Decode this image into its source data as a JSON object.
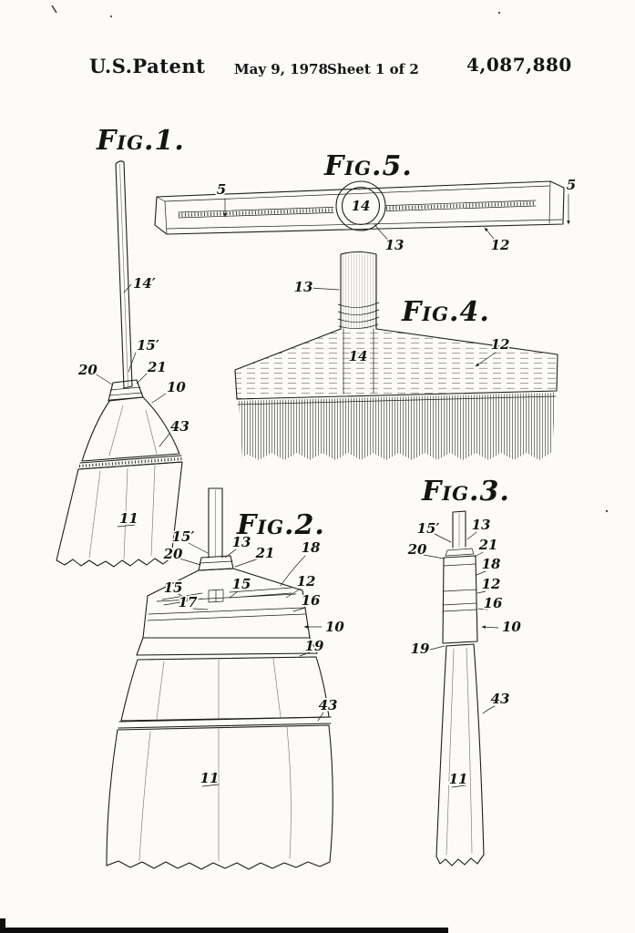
{
  "colors": {
    "paper": "#fcfbf8",
    "ink": "#1d1d1d"
  },
  "header": {
    "title": "U.S.Patent",
    "date": "May 9, 1978",
    "sheet": "Sheet 1 of 2",
    "patent_number": "4,087,880"
  },
  "figures": {
    "fig1": {
      "caption": "Fig.1.",
      "refs": [
        "14′",
        "15′",
        "20",
        "21",
        "10",
        "43",
        "11"
      ]
    },
    "fig5": {
      "caption": "Fig.5.",
      "refs": [
        "5",
        "5",
        "14",
        "13",
        "12"
      ]
    },
    "fig4": {
      "caption": "Fig.4.",
      "refs": [
        "13",
        "14",
        "12"
      ]
    },
    "fig2": {
      "caption": "Fig.2.",
      "refs": [
        "15′",
        "20",
        "13",
        "21",
        "18",
        "15",
        "15",
        "12",
        "17",
        "16",
        "10",
        "19",
        "43",
        "11"
      ]
    },
    "fig3": {
      "caption": "Fig.3.",
      "refs": [
        "15′",
        "13",
        "20",
        "21",
        "18",
        "12",
        "16",
        "10",
        "19",
        "43",
        "11"
      ]
    }
  }
}
